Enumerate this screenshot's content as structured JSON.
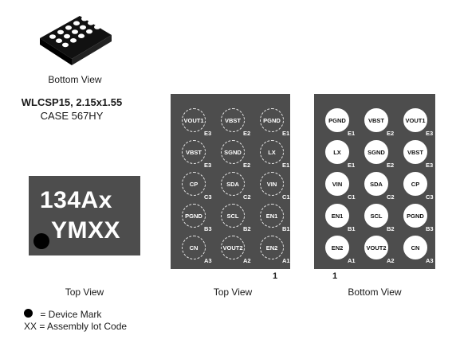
{
  "package_icon": {
    "name": "wlcsp-package-3d-icon"
  },
  "captions": {
    "bottom_view_icon": "Bottom View",
    "top_view_marking": "Top View",
    "top_view_balls": "Top View",
    "bottom_view_balls": "Bottom View"
  },
  "package": {
    "title": "WLCSP15, 2.15x1.55",
    "case": "CASE 567HY"
  },
  "marking": {
    "line1": "134Ax",
    "line2": "YMXX"
  },
  "pin1_label": "1",
  "top_view_balls": [
    {
      "signal": "VOUT1",
      "id": "E3"
    },
    {
      "signal": "VBST",
      "id": "E2"
    },
    {
      "signal": "PGND",
      "id": "E1"
    },
    {
      "signal": "VBST",
      "id": "E3"
    },
    {
      "signal": "SGND",
      "id": "E2"
    },
    {
      "signal": "LX",
      "id": "E1"
    },
    {
      "signal": "CP",
      "id": "C3"
    },
    {
      "signal": "SDA",
      "id": "C2"
    },
    {
      "signal": "VIN",
      "id": "C1"
    },
    {
      "signal": "PGND",
      "id": "B3"
    },
    {
      "signal": "SCL",
      "id": "B2"
    },
    {
      "signal": "EN1",
      "id": "B1"
    },
    {
      "signal": "CN",
      "id": "A3"
    },
    {
      "signal": "VOUT2",
      "id": "A2"
    },
    {
      "signal": "EN2",
      "id": "A1"
    }
  ],
  "bottom_view_balls": [
    {
      "signal": "PGND",
      "id": "E1"
    },
    {
      "signal": "VBST",
      "id": "E2"
    },
    {
      "signal": "VOUT1",
      "id": "E3"
    },
    {
      "signal": "LX",
      "id": "E1"
    },
    {
      "signal": "SGND",
      "id": "E2"
    },
    {
      "signal": "VBST",
      "id": "E3"
    },
    {
      "signal": "VIN",
      "id": "C1"
    },
    {
      "signal": "SDA",
      "id": "C2"
    },
    {
      "signal": "CP",
      "id": "C3"
    },
    {
      "signal": "EN1",
      "id": "B1"
    },
    {
      "signal": "SCL",
      "id": "B2"
    },
    {
      "signal": "PGND",
      "id": "B3"
    },
    {
      "signal": "EN2",
      "id": "A1"
    },
    {
      "signal": "VOUT2",
      "id": "A2"
    },
    {
      "signal": "CN",
      "id": "A3"
    }
  ],
  "legend": {
    "device_mark": "= Device Mark",
    "lot_code": "XX = Assembly lot Code"
  }
}
